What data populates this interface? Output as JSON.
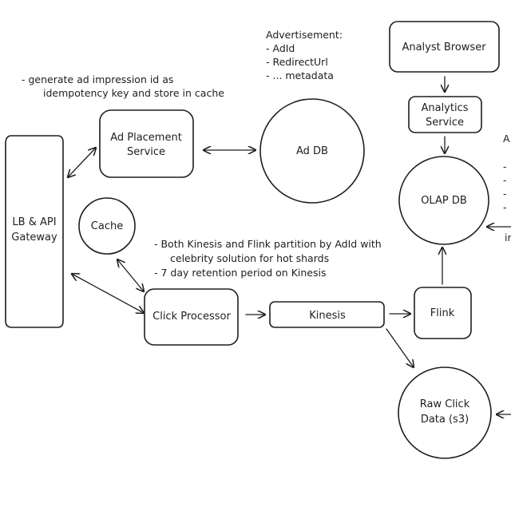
{
  "nodes": {
    "lb_gateway": [
      "LB & API",
      "Gateway"
    ],
    "ad_placement": [
      "Ad Placement",
      "Service"
    ],
    "ad_db": [
      "Ad DB"
    ],
    "cache": [
      "Cache"
    ],
    "click_processor": [
      "Click Processor"
    ],
    "kinesis": [
      "Kinesis"
    ],
    "flink": [
      "Flink"
    ],
    "raw_click_data": [
      "Raw Click",
      "Data (s3)"
    ],
    "olap_db": [
      "OLAP DB"
    ],
    "analytics_service": [
      "Analytics",
      "Service"
    ],
    "analyst_browser": [
      "Analyst Browser"
    ]
  },
  "notes": {
    "impression": [
      "- generate ad impression id as",
      "idempotency key and store in cache"
    ],
    "advertisement": [
      "Advertisement:",
      "- AdId",
      "- RedirectUrl",
      "- ... metadata"
    ],
    "partition": [
      "- Both Kinesis and Flink partition by AdId with",
      "celebrity solution for hot shards",
      "- 7 day retention period on Kinesis"
    ],
    "right_clip": [
      "A",
      "-",
      "-",
      "-",
      "-"
    ],
    "right_clip_in": [
      "in"
    ]
  }
}
